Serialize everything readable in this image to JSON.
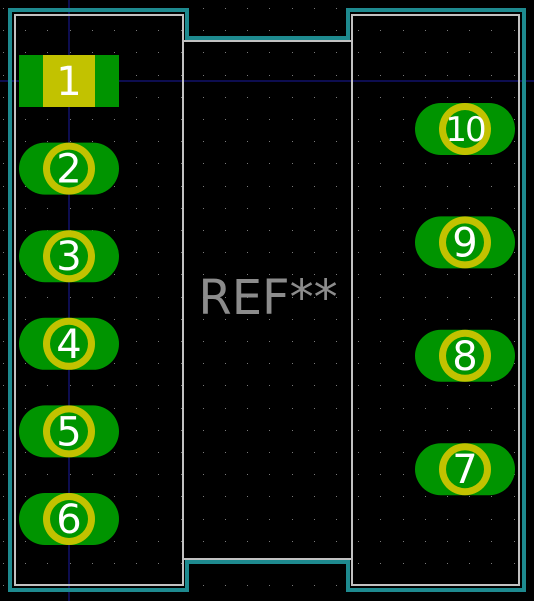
{
  "footprint": {
    "reference": "REF**",
    "colors": {
      "background": "#000000",
      "courtyard": "#1e8a8f",
      "fab_outline": "#c2c2c2",
      "pad_copper": "#009400",
      "pad_ring": "#c2c200",
      "pad_drill": "#c2c200",
      "grid_dot": "#7a7a7a",
      "axis_line": "#1a1aa0",
      "reference_text": "#8c8c8c",
      "pad_number_text": "#ffffff"
    },
    "pads": [
      {
        "number": "1",
        "shape": "rect"
      },
      {
        "number": "2",
        "shape": "oval"
      },
      {
        "number": "3",
        "shape": "oval"
      },
      {
        "number": "4",
        "shape": "oval"
      },
      {
        "number": "5",
        "shape": "oval"
      },
      {
        "number": "6",
        "shape": "oval"
      },
      {
        "number": "7",
        "shape": "oval"
      },
      {
        "number": "8",
        "shape": "oval"
      },
      {
        "number": "9",
        "shape": "oval"
      },
      {
        "number": "10",
        "shape": "oval"
      }
    ]
  }
}
